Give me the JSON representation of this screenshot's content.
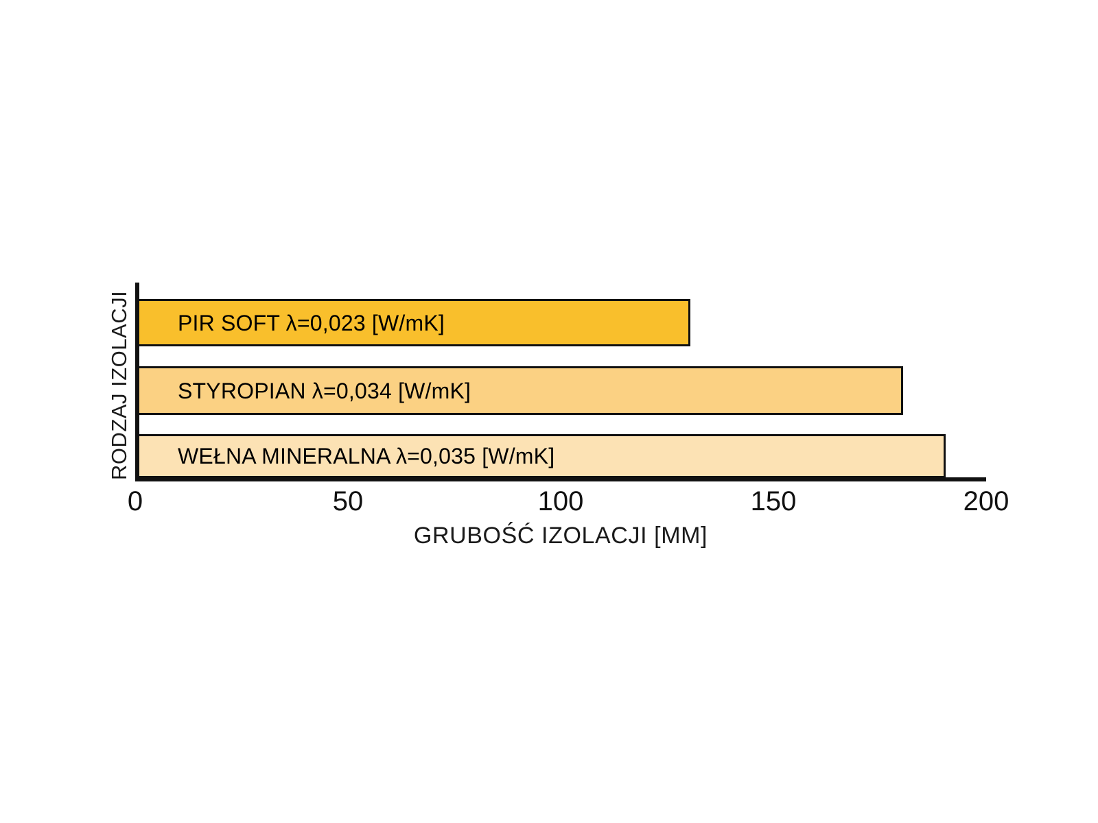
{
  "chart_data": {
    "type": "bar",
    "orientation": "horizontal",
    "title": "",
    "xlabel": "GRUBOŚĆ IZOLACJI [MM]",
    "ylabel": "RODZAJ IZOLACJI",
    "xlim": [
      0,
      200
    ],
    "xticks": [
      0,
      50,
      100,
      150,
      200
    ],
    "xtick_labels": [
      "0",
      "50",
      "100",
      "150",
      "200"
    ],
    "grid": false,
    "legend": null,
    "categories": [
      "PIR SOFT  λ=0,023 [W/mK]",
      "STYROPIAN  λ=0,034 [W/mK]",
      "WEŁNA MINERALNA  λ=0,035 [W/mK]"
    ],
    "values": [
      130,
      180,
      190
    ],
    "bar_colors": [
      "#F9BF2C",
      "#FBD183",
      "#FCE2B4"
    ],
    "bar_edge_color": "#111111",
    "background_color": "#FFFFFF",
    "bars": [
      {
        "label": "PIR SOFT  λ=0,023 [W/mK]",
        "material": "PIR SOFT",
        "lambda": "λ=0,023 [W/mK]",
        "value": 130,
        "color": "#F9BF2C"
      },
      {
        "label": "STYROPIAN  λ=0,034 [W/mK]",
        "material": "STYROPIAN",
        "lambda": "λ=0,034 [W/mK]",
        "value": 180,
        "color": "#FBD183"
      },
      {
        "label": "WEŁNA MINERALNA  λ=0,035 [W/mK]",
        "material": "WEŁNA MINERALNA",
        "lambda": "λ=0,035 [W/mK]",
        "value": 190,
        "color": "#FCE2B4"
      }
    ]
  },
  "axes": {
    "y_title": "RODZAJ IZOLACJI",
    "x_title": "GRUBOŚĆ IZOLACJI [MM]",
    "ticks": [
      {
        "label": "0",
        "value": 0
      },
      {
        "label": "50",
        "value": 50
      },
      {
        "label": "100",
        "value": 100
      },
      {
        "label": "150",
        "value": 150
      },
      {
        "label": "200",
        "value": 200
      }
    ]
  }
}
